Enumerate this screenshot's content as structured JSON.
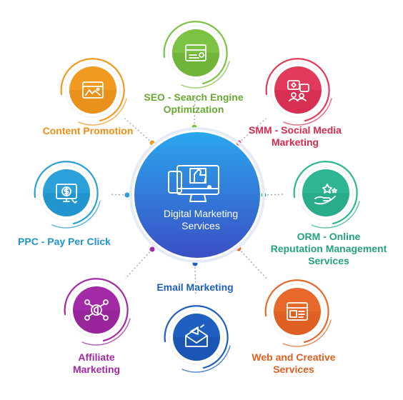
{
  "center": {
    "lines": [
      "Digital Marketing",
      "Services"
    ],
    "icon": "computer-thumbs-up-icon",
    "colors": [
      "#2aa6ee",
      "#3a4fc4"
    ]
  },
  "nodes": [
    {
      "id": "seo",
      "lines": [
        "SEO - Search Engine",
        "Optimization"
      ],
      "icon": "search-window-icon",
      "color": "#7cc243",
      "dark": "#5a9e2a"
    },
    {
      "id": "smm",
      "lines": [
        "SMM - Social Media",
        "Marketing"
      ],
      "icon": "social-likes-icon",
      "color": "#e23a5a",
      "dark": "#c21f45"
    },
    {
      "id": "orm",
      "lines": [
        "ORM - Online",
        "Reputation Management",
        "Services"
      ],
      "icon": "hand-stars-icon",
      "color": "#2fb592",
      "dark": "#1d9a7a"
    },
    {
      "id": "web",
      "lines": [
        "Web and Creative",
        "Services"
      ],
      "icon": "web-browser-icon",
      "color": "#e8682a",
      "dark": "#cf5414"
    },
    {
      "id": "email",
      "lines": [
        "Email Marketing"
      ],
      "icon": "envelope-megaphone-icon",
      "color": "#1f5fbf",
      "dark": "#1748a0"
    },
    {
      "id": "affiliate",
      "lines": [
        "Affiliate",
        "Marketing"
      ],
      "icon": "network-megaphone-icon",
      "color": "#a32aa6",
      "dark": "#861e8a"
    },
    {
      "id": "ppc",
      "lines": [
        "PPC - Pay Per Click"
      ],
      "icon": "dollar-monitor-icon",
      "color": "#2b9fd8",
      "dark": "#1583bd"
    },
    {
      "id": "content",
      "lines": [
        "Content Promotion"
      ],
      "icon": "content-window-icon",
      "color": "#f29a1f",
      "dark": "#d98210"
    }
  ]
}
